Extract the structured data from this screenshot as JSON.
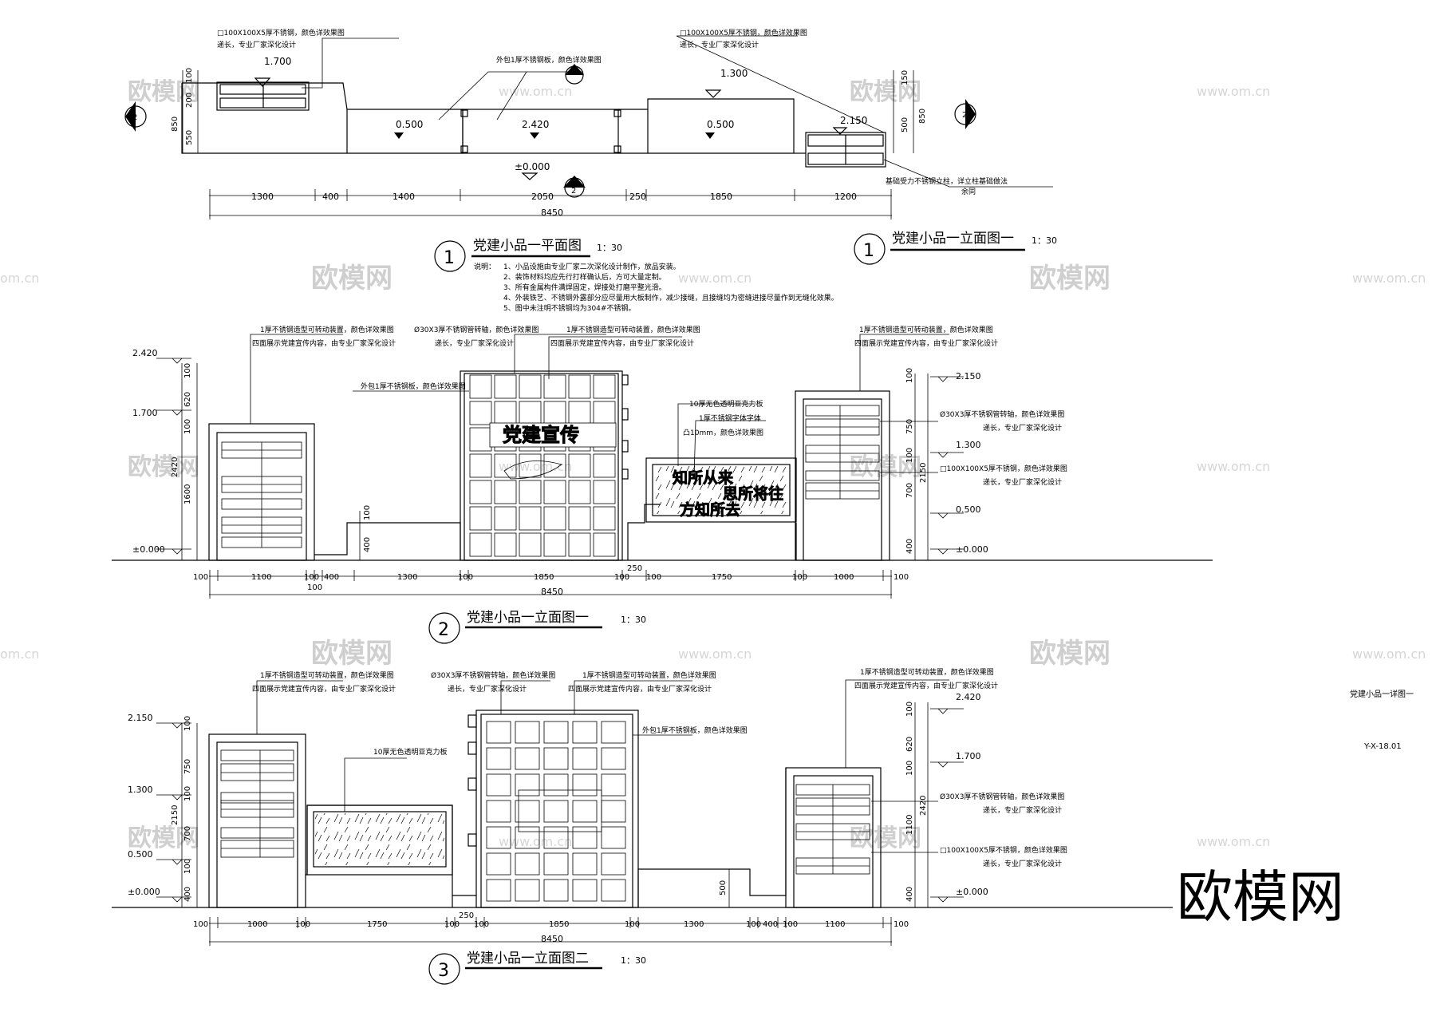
{
  "watermark": {
    "brand": "欧模网",
    "url": "www.om.cn",
    "url_short": "om.cn"
  },
  "sheet": {
    "title": "党建小品一详图一",
    "code": "Y-X-18.01"
  },
  "titles": {
    "plan": {
      "num": "1",
      "name": "党建小品一平面图",
      "scale": "1：30"
    },
    "elev1_small": {
      "num": "1",
      "name": "党建小品一立面图一",
      "scale": "1：30"
    },
    "elev1": {
      "num": "2",
      "name": "党建小品一立面图一",
      "scale": "1：30"
    },
    "elev2": {
      "num": "3",
      "name": "党建小品一立面图二",
      "scale": "1：30"
    }
  },
  "notes": {
    "label": "说明：",
    "items": [
      "1、小品设施由专业厂家二次深化设计制作，放品安装。",
      "2、装饰材料均应先行打样确认后，方可大量定制。",
      "3、所有金属构件满焊固定，焊接处打磨平整光滑。",
      "4、外装铁艺、不锈钢外露部分应尽量用大板制作，减少接缝，且接缝均为密缝进接尽量作到无缝化效果。",
      "5、图中未注明不锈钢均为304#不锈钢。"
    ]
  },
  "plan": {
    "callouts": {
      "steel_tube": "□100X100X5厚不锈钢，颜色详效果图",
      "extend": "递长，专业厂家深化设计",
      "clad": "外包1厚不锈钢板，颜色详效果图",
      "foot1": "基础受力不锈钢立柱，详立柱基础做法",
      "foot2": "余同"
    },
    "levels": [
      "1.700",
      "0.500",
      "2.420",
      "1.300",
      "0.500",
      "2.150",
      "±0.000"
    ],
    "section_marks": [
      "2",
      "3",
      "2",
      "2",
      "2"
    ],
    "dims_left": [
      "100",
      "200",
      "550",
      "850"
    ],
    "dims_right": [
      "150",
      "500",
      "850"
    ],
    "dims_bottom": [
      "1300",
      "400",
      "1400",
      "2050",
      "250",
      "1850",
      "1200"
    ],
    "dim_total": "8450"
  },
  "elev1": {
    "callouts": {
      "rotary": "1厚不锈钢造型可转动装置，颜色详效果图",
      "four_side": "四面展示党建宣传内容，由专业厂家深化设计",
      "pipe": "Ø30X3厚不锈钢管转轴，颜色详效果图",
      "extend": "递长，专业厂家深化设计",
      "clad": "外包1厚不锈钢板，颜色详效果图",
      "acrylic": "10厚无色透明亚克力板",
      "letters1": "1厚不锈钢字体字体",
      "letters2": "凸10mm，颜色详效果图",
      "tube": "□100X100X5厚不锈钢，颜色详效果图"
    },
    "levels_left": [
      "2.420",
      "1.700",
      "±0.000"
    ],
    "levels_right": [
      "2.150",
      "1.300",
      "0.500",
      "±0.000"
    ],
    "dims_left": [
      "100",
      "620",
      "100",
      "2420",
      "1600"
    ],
    "dims_right": [
      "100",
      "750",
      "100",
      "700",
      "2150",
      "400"
    ],
    "dims_small": [
      "100",
      "400"
    ],
    "banner": "党建宣传",
    "panel_lines": [
      "知所从来",
      "思所将往",
      "方知所去"
    ],
    "dims_bottom": [
      "100",
      "1100",
      "100",
      "100",
      "400",
      "1300",
      "100",
      "1850",
      "100",
      "250",
      "100",
      "1750",
      "100",
      "1000",
      "100"
    ],
    "dim_total": "8450"
  },
  "elev2": {
    "callouts": {
      "rotary": "1厚不锈钢造型可转动装置，颜色详效果图",
      "four_side": "四面展示党建宣传内容，由专业厂家深化设计",
      "pipe": "Ø30X3厚不锈钢管转轴，颜色详效果图",
      "extend": "递长，专业厂家深化设计",
      "acrylic": "10厚无色透明亚克力板",
      "clad": "外包1厚不锈钢板，颜色详效果图",
      "tube": "□100X100X5厚不锈钢，颜色详效果图"
    },
    "levels_left": [
      "2.150",
      "1.300",
      "0.500",
      "±0.000"
    ],
    "levels_right": [
      "2.420",
      "1.700",
      "±0.000"
    ],
    "dims_left": [
      "100",
      "750",
      "100",
      "2150",
      "700",
      "100",
      "400"
    ],
    "dims_right": [
      "100",
      "620",
      "100",
      "2420",
      "1100",
      "400"
    ],
    "dims_small": [
      "500"
    ],
    "dims_bottom": [
      "100",
      "1000",
      "100",
      "1750",
      "100",
      "250",
      "100",
      "1850",
      "100",
      "1300",
      "100",
      "400",
      "100",
      "1100",
      "100"
    ],
    "dim_total": "8450"
  }
}
